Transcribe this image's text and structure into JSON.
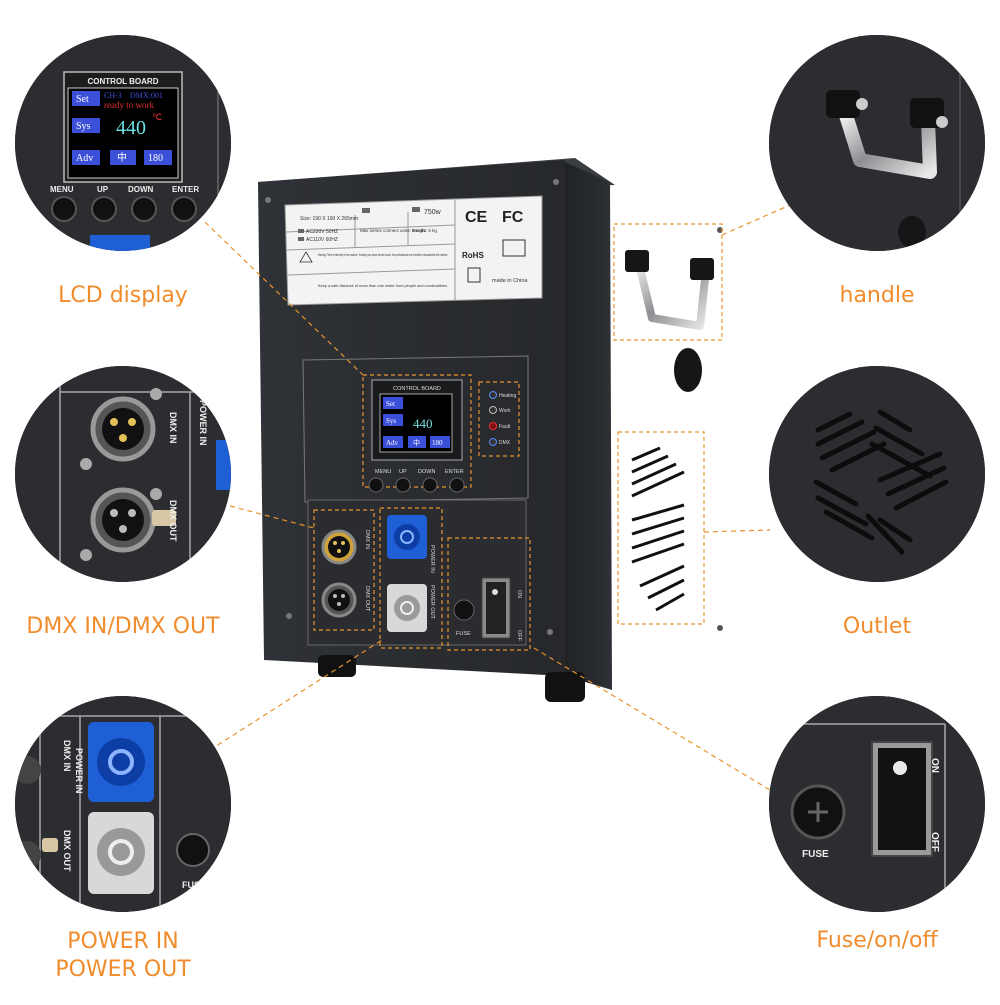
{
  "labels": {
    "lcd": "LCD display",
    "handle": "handle",
    "dmx": "DMX IN/DMX OUT",
    "outlet": "Outlet",
    "power_line1": "POWER IN",
    "power_line2": "POWER OUT",
    "fuse": "Fuse/on/off"
  },
  "control_board": {
    "title": "CONTROL BOARD",
    "set": "Set",
    "sys": "Sys",
    "adv": "Adv",
    "mid": "中",
    "value_180": "180",
    "channel": "CH-3",
    "dmx_addr": "DMX:001",
    "status": "ready to work",
    "temperature": "440",
    "temp_unit": "℃",
    "buttons": [
      "MENU",
      "UP",
      "DOWN",
      "ENTER"
    ]
  },
  "indicators": [
    "Heating",
    "Work",
    "Fault",
    "DMX"
  ],
  "spec_plate": {
    "size": "Size: 190 X 190 X 265mm",
    "power": "750w",
    "ac_220": "AC220V 50HZ",
    "ac_110": "AC110V 60HZ",
    "series": "Max series connect units: 6 units",
    "weight": "Weight: 6 kg",
    "warning": "Warning: There is electricity in the machine. Touching may cause electric shock. Non-professionals are forbidden to disassemble the machine.",
    "distance": "Keep a safe distance of more than one meter from people and combustibles.",
    "ce": "CE",
    "fc": "FC",
    "rohs": "RoHS",
    "made_in": "made in China"
  },
  "panel": {
    "dmx_in": "DMX IN",
    "dmx_out": "DMX OUT",
    "power_in": "POWER IN",
    "power_out": "POWER OUT",
    "fuse": "FUSE",
    "on": "ON",
    "off": "OFF"
  },
  "colors": {
    "accent": "#f08c2c",
    "body": "#2b2d30",
    "lcd_bg": "#000000",
    "lcd_button": "#3b4fd8",
    "power_in_blue": "#1f5fd6",
    "power_out_grey": "#d8d8d8"
  }
}
